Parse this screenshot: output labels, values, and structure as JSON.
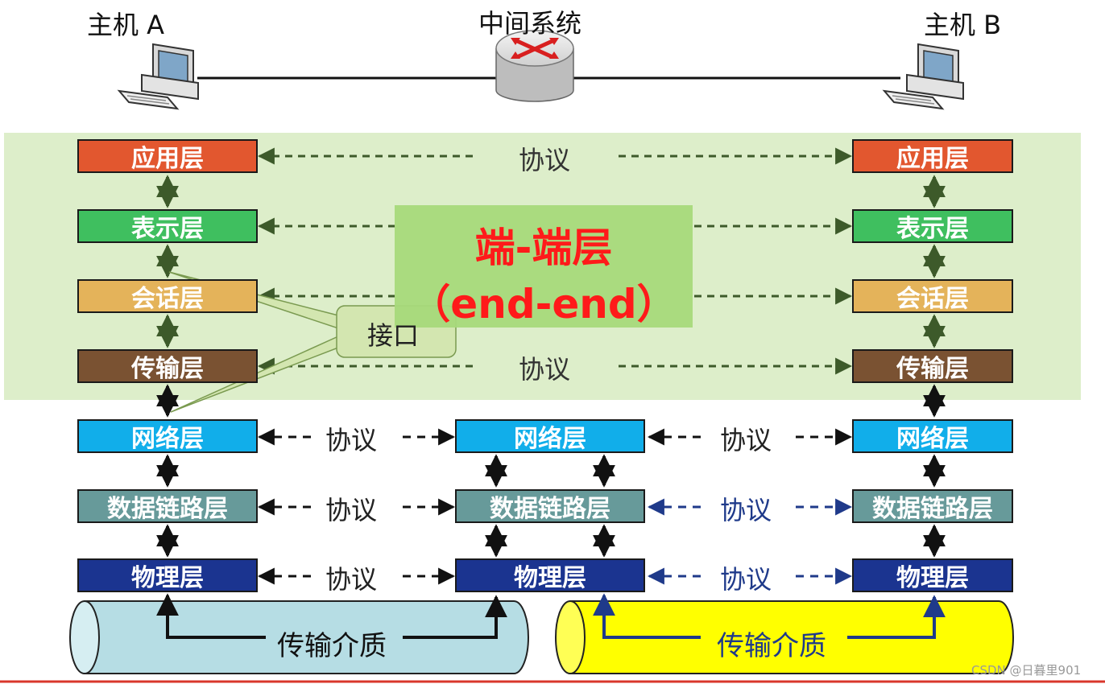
{
  "hosts": {
    "host_a": "主机 A",
    "middle": "中间系统",
    "host_b": "主机 B"
  },
  "layers": {
    "application": "应用层",
    "presentation": "表示层",
    "session": "会话层",
    "transport": "传输层",
    "network": "网络层",
    "datalink": "数据链路层",
    "physical": "物理层"
  },
  "protocol_label": "协议",
  "interface_label": "接口",
  "end_to_end": {
    "line1": "端-端层",
    "line2": "（end-end）"
  },
  "medium_label": "传输介质",
  "watermark": "CSDN @日暮里901",
  "colors": {
    "application": "#e2572f",
    "presentation": "#3fbf5f",
    "session": "#e4b35a",
    "transport": "#7a5232",
    "network": "#11aeea",
    "datalink": "#679a9a",
    "physical": "#1b3490",
    "end_to_end_band": "#ddeeca",
    "end_to_end_box": "#a6d97a",
    "end_to_end_text": "#ff1a1a",
    "medium_left": "#b6dde4",
    "medium_right": "#ffff00"
  }
}
